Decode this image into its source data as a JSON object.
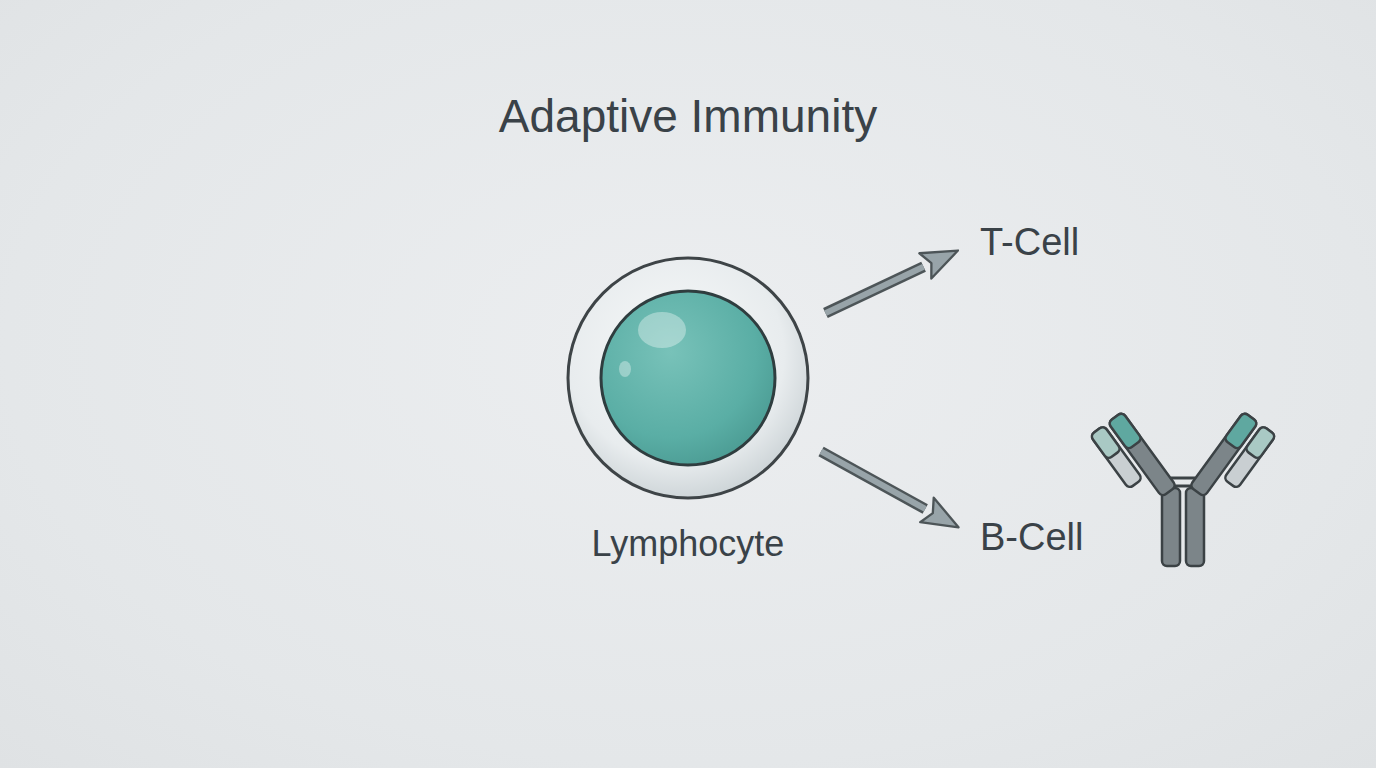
{
  "diagram": {
    "title": "Adaptive Immunity",
    "nodes": [
      {
        "text": [
          "Lymphocyte"
        ]
      },
      {
        "text": [
          "T-Cell"
        ]
      },
      {
        "text": [
          "B-Cell"
        ]
      }
    ],
    "edges": [
      {
        "from": 0,
        "to": 1,
        "arrow": "to"
      },
      {
        "from": 0,
        "to": 2,
        "arrow": "to"
      }
    ]
  }
}
